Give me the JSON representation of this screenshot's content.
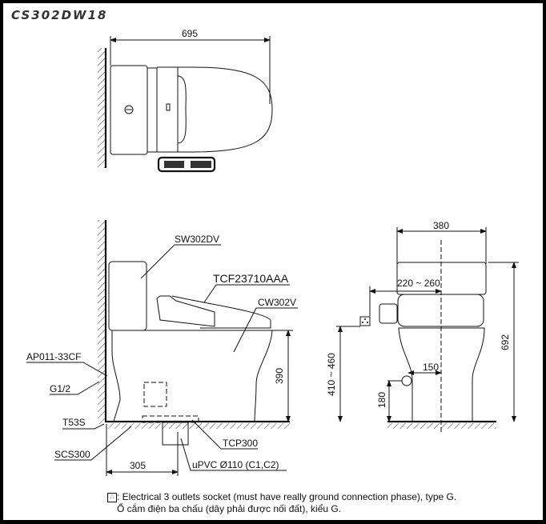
{
  "title": "CS302DW18",
  "top_view": {
    "dim_length": "695"
  },
  "side_view": {
    "labels": {
      "tank": "SW302DV",
      "seat": "TCF23710AAA",
      "bowl": "CW302V",
      "valve": "AP011-33CF",
      "inlet": "G1/2",
      "hose": "T53S",
      "flange_seal": "SCS300",
      "trap": "TCP300",
      "pipe": "uPVC Ø110 (C1,C2)"
    },
    "dim_height": "390",
    "dim_rough_in": "305"
  },
  "front_view": {
    "dim_width": "380",
    "dim_height": "692",
    "dim_socket_offset": "220 ~ 260",
    "dim_socket_height": "410 ~ 460",
    "dim_inlet_offset": "150",
    "dim_inlet_height": "180"
  },
  "note": {
    "line_en": ": Electrical 3 outlets socket (must have really ground connection phase), type G.",
    "line_vi": "Ổ cắm điện ba chấu (dây phải được nối đất), kiểu G."
  }
}
